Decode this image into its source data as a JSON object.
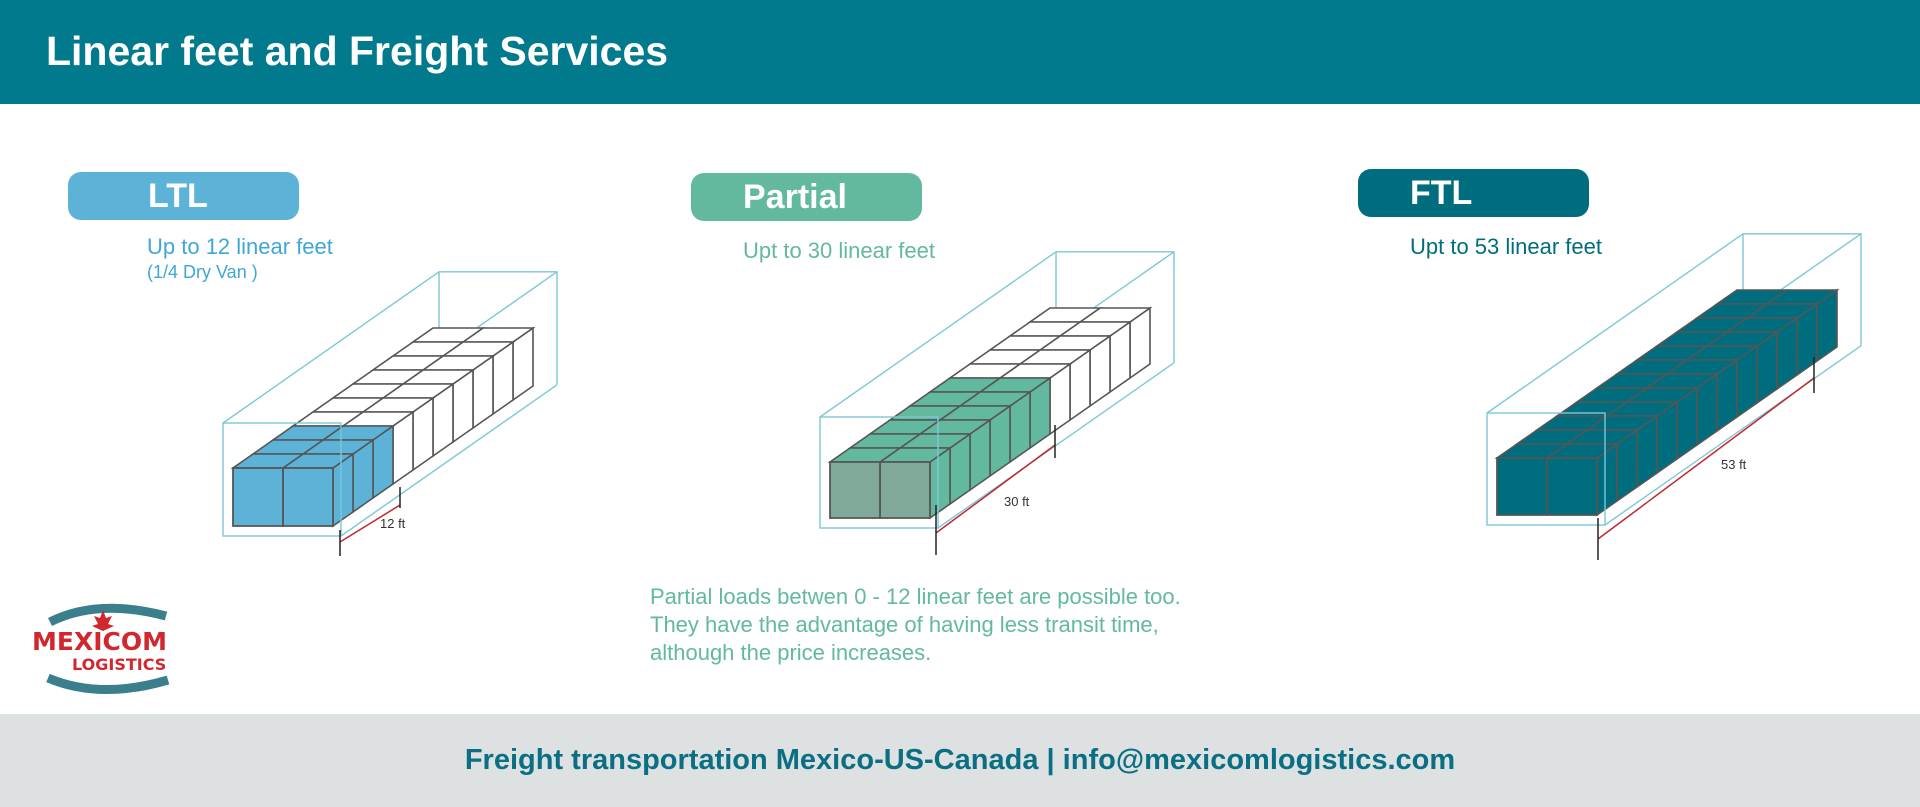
{
  "header": {
    "title": "Linear feet and Freight Services"
  },
  "services": [
    {
      "label": "LTL",
      "subtitle": "Up to 12 linear feet",
      "note": "(1/4  Dry Van )",
      "dimension": "12 ft",
      "color": "#5cb3d7"
    },
    {
      "label": "Partial",
      "subtitle": "Upt to 30 linear feet",
      "dimension": "30 ft",
      "color": "#62b9a0"
    },
    {
      "label": "FTL",
      "subtitle": "Upt to 53 linear feet",
      "dimension": "53 ft",
      "color": "#006d7e"
    }
  ],
  "note": {
    "lines": [
      "Partial loads betwen 0 - 12 linear feet are possible too.",
      "They have the advantage of having less transit time,",
      "although the price increases."
    ]
  },
  "logo": {
    "line1": "MEXICOM",
    "line2": "LOGISTICS"
  },
  "footer": {
    "text": "Freight transportation Mexico-US-Canada | info@mexicomlogistics.com"
  },
  "colors": {
    "header": "#007a8c",
    "ltl": "#5cb3d7",
    "partial": "#62b9a0",
    "ftl": "#006d7e",
    "trailer_outline": "#7cc8d6",
    "dimension_line": "#c0282d"
  }
}
